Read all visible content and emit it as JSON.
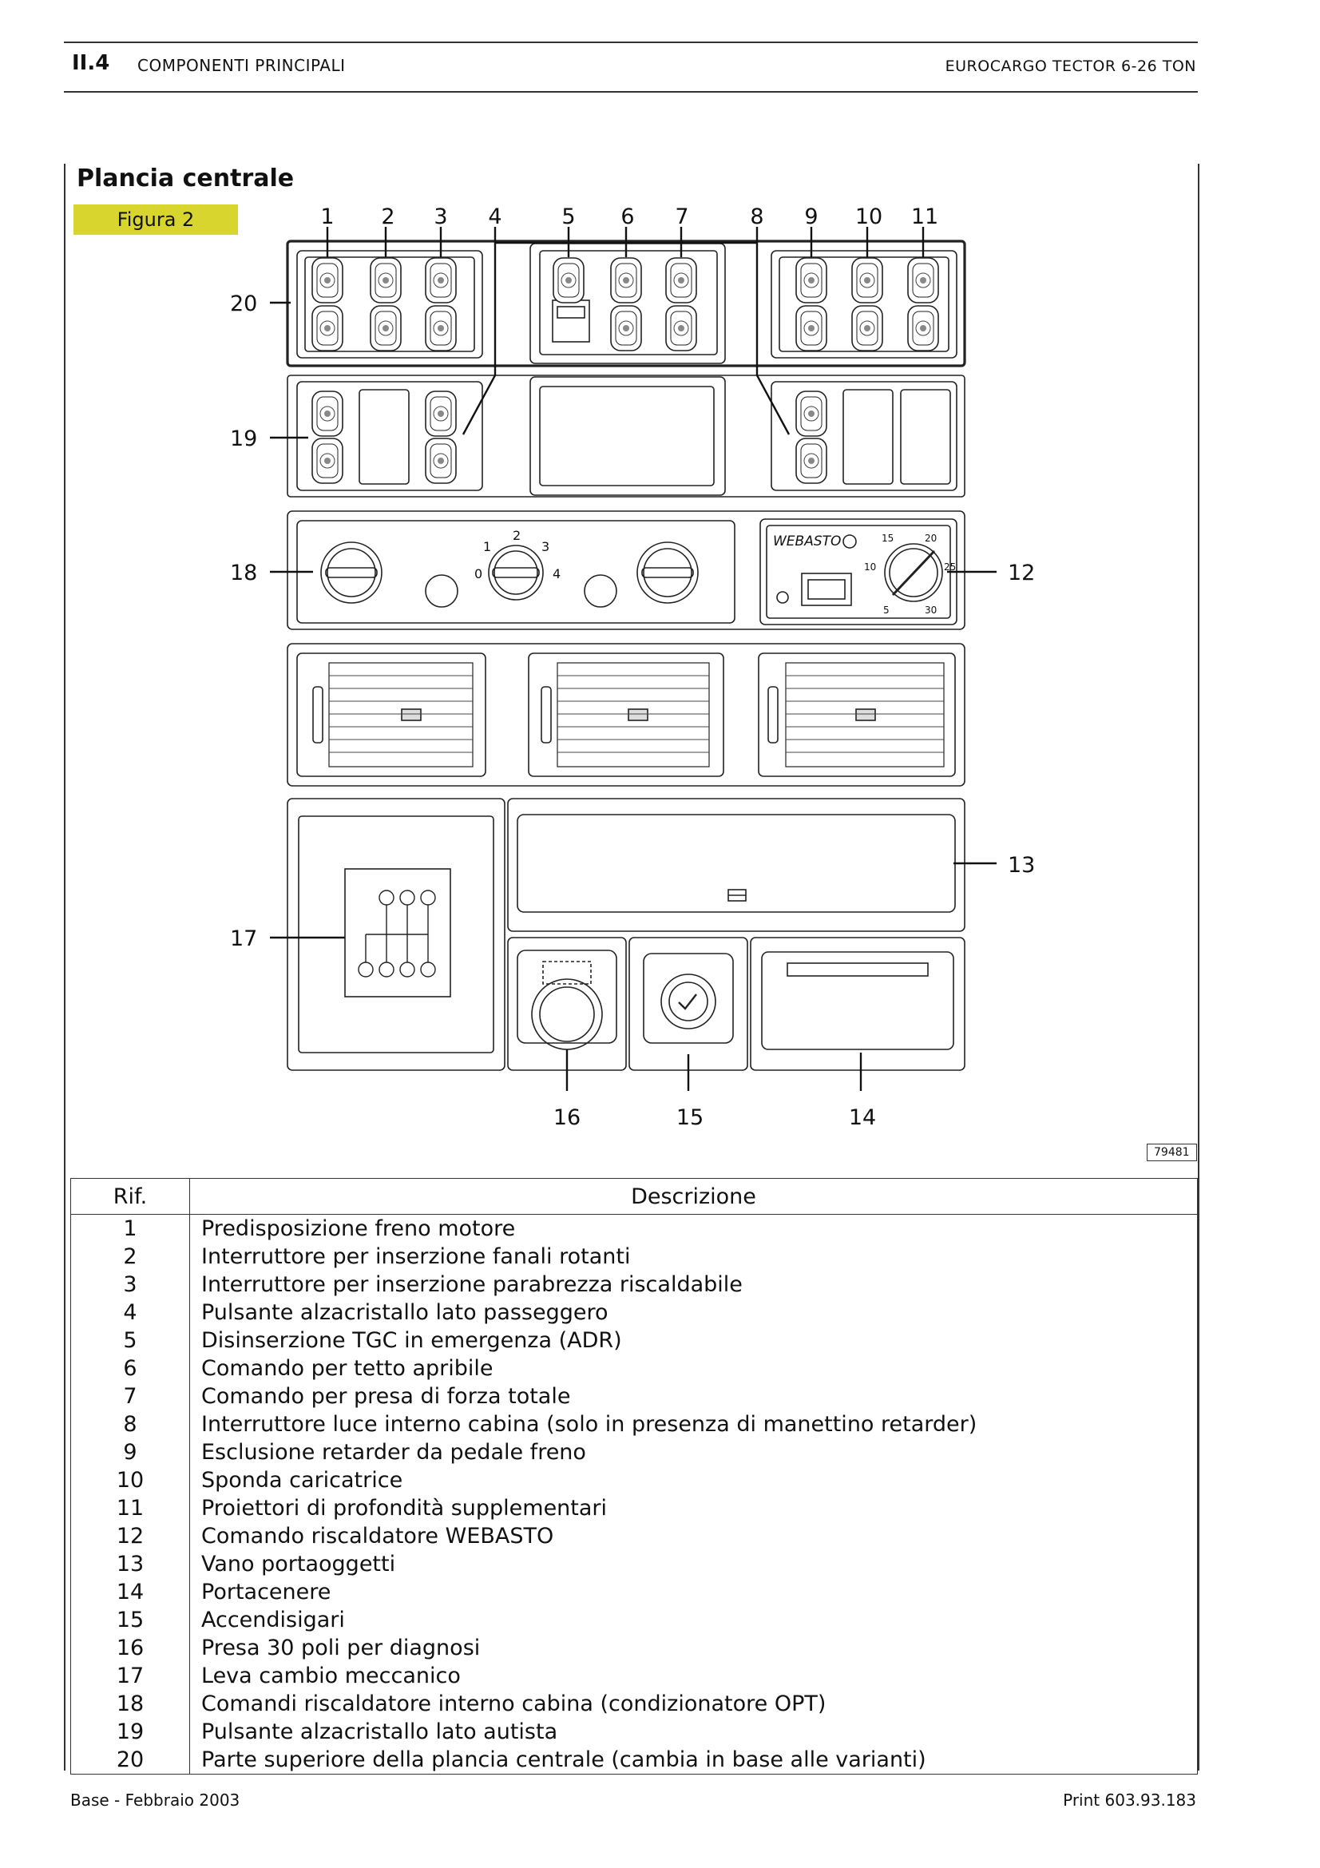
{
  "header": {
    "section": "II.4",
    "title": "COMPONENTI PRINCIPALI",
    "right": "EUROCARGO TECTOR 6-26 TON"
  },
  "section_title": "Plancia centrale",
  "figure_tag": "Figura 2",
  "callouts": {
    "c1": "1",
    "c2": "2",
    "c3": "3",
    "c4": "4",
    "c5": "5",
    "c6": "6",
    "c7": "7",
    "c8": "8",
    "c9": "9",
    "c10": "10",
    "c11": "11",
    "c12": "12",
    "c13": "13",
    "c14": "14",
    "c15": "15",
    "c16": "16",
    "c17": "17",
    "c18": "18",
    "c19": "19",
    "c20": "20"
  },
  "panel_labels": {
    "brand": "WEBASTO",
    "fan_1": "1",
    "fan_2": "2",
    "fan_3": "3",
    "fan_0": "0",
    "fan_4": "4",
    "t15": "15",
    "t20": "20",
    "t10": "10",
    "t25": "25",
    "t5": "5",
    "t30": "30"
  },
  "figure_ref": "79481",
  "table": {
    "col_rif": "Rif.",
    "col_desc": "Descrizione",
    "rows": [
      {
        "rif": "1",
        "desc": "Predisposizione freno motore"
      },
      {
        "rif": "2",
        "desc": "Interruttore per inserzione fanali rotanti"
      },
      {
        "rif": "3",
        "desc": "Interruttore per inserzione parabrezza riscaldabile"
      },
      {
        "rif": "4",
        "desc": "Pulsante alzacristallo lato passeggero"
      },
      {
        "rif": "5",
        "desc": "Disinserzione TGC in emergenza (ADR)"
      },
      {
        "rif": "6",
        "desc": "Comando per tetto apribile"
      },
      {
        "rif": "7",
        "desc": "Comando per presa di forza totale"
      },
      {
        "rif": "8",
        "desc": "Interruttore luce interno cabina (solo in presenza di manettino retarder)"
      },
      {
        "rif": "9",
        "desc": "Esclusione retarder da pedale freno"
      },
      {
        "rif": "10",
        "desc": "Sponda caricatrice"
      },
      {
        "rif": "11",
        "desc": "Proiettori di profondità supplementari"
      },
      {
        "rif": "12",
        "desc": "Comando riscaldatore WEBASTO"
      },
      {
        "rif": "13",
        "desc": "Vano portaoggetti"
      },
      {
        "rif": "14",
        "desc": "Portacenere"
      },
      {
        "rif": "15",
        "desc": "Accendisigari"
      },
      {
        "rif": "16",
        "desc": "Presa 30 poli per diagnosi"
      },
      {
        "rif": "17",
        "desc": "Leva cambio meccanico"
      },
      {
        "rif": "18",
        "desc": "Comandi riscaldatore interno cabina (condizionatore OPT)"
      },
      {
        "rif": "19",
        "desc": "Pulsante alzacristallo lato autista"
      },
      {
        "rif": "20",
        "desc": "Parte superiore della plancia centrale (cambia in base alle varianti)"
      }
    ]
  },
  "footer": {
    "left": "Base - Febbraio 2003",
    "right": "Print 603.93.183"
  }
}
